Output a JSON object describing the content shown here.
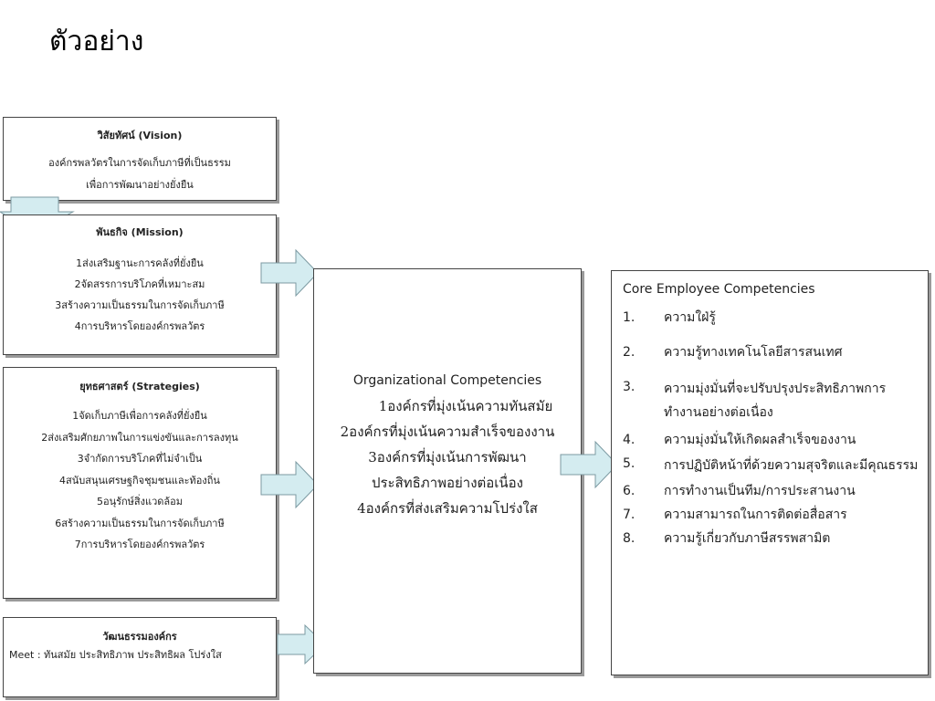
{
  "slide": {
    "title": "ตัวอย่าง"
  },
  "vision": {
    "title": "วิสัยทัศน์ (Vision)",
    "lines": [
      "องค์กรพลวัตรในการจัดเก็บภาษีที่เป็นธรรม",
      "เพื่อการพัฒนาอย่างยั่งยืน"
    ]
  },
  "mission": {
    "title": "พันธกิจ (Mission)",
    "lines": [
      "1ส่งเสริมฐานะการคลังที่ยั่งยืน",
      "2จัดสรรการบริโภคที่เหมาะสม",
      "3สร้างความเป็นธรรมในการจัดเก็บภาษี",
      "4การบริหารโดยองค์กรพลวัตร"
    ]
  },
  "strategies": {
    "title": "ยุทธศาสตร์ (Strategies)",
    "lines": [
      "1จัดเก็บภาษีเพื่อการคลังที่ยั่งยืน",
      "2ส่งเสริมศักยภาพในการแข่งขันและการลงทุน",
      "3จำกัดการบริโภคที่ไม่จำเป็น",
      "4สนับสนุนเศรษฐกิจชุมชนและท้องถิ่น",
      "5อนุรักษ์สิ่งแวดล้อม",
      "6สร้างความเป็นธรรมในการจัดเก็บภาษี",
      "7การบริหารโดยองค์กรพลวัตร"
    ]
  },
  "culture": {
    "title": "วัฒนธรรมองค์กร",
    "text": "Meet : ทันสมัย ประสิทธิภาพ ประสิทธิผล โปร่งใส"
  },
  "organizational": {
    "title": "Organizational Competencies",
    "lines": [
      "1องค์กรที่มุ่งเน้นความทันสมัย",
      "2องค์กรที่มุ่งเน้นความสำเร็จของงาน",
      "3องค์กรที่มุ่งเน้นการพัฒนา",
      "ประสิทธิภาพอย่างต่อเนื่อง",
      "4องค์กรที่ส่งเสริมความโปร่งใส"
    ]
  },
  "core": {
    "title": "Core Employee Competencies",
    "items": [
      {
        "num": "1.",
        "text": "ความใฝ่รู้"
      },
      {
        "num": "2.",
        "text": "ความรู้ทางเทคโนโลยีสารสนเทศ"
      },
      {
        "num": "3.",
        "text": "ความมุ่งมั่นที่จะปรับปรุงประสิทธิภาพการทำงานอย่างต่อเนื่อง"
      },
      {
        "num": "4.",
        "text": "ความมุ่งมั่นให้เกิดผลสำเร็จของงาน"
      },
      {
        "num": "5.",
        "text": "การปฏิบัติหน้าที่ด้วยความสุจริตและมีคุณธรรม"
      },
      {
        "num": "6.",
        "text": "การทำงานเป็นทีม/การประสานงาน"
      },
      {
        "num": "7.",
        "text": "ความสามารถในการติดต่อสื่อสาร"
      },
      {
        "num": "8.",
        "text": "ความรู้เกี่ยวกับภาษีสรรพสามิต"
      }
    ]
  },
  "colors": {
    "arrow_fill": "#d4ecf0",
    "arrow_stroke": "#7c9aa2",
    "box_border": "#444444",
    "box_shadow": "#9a9a9a"
  }
}
